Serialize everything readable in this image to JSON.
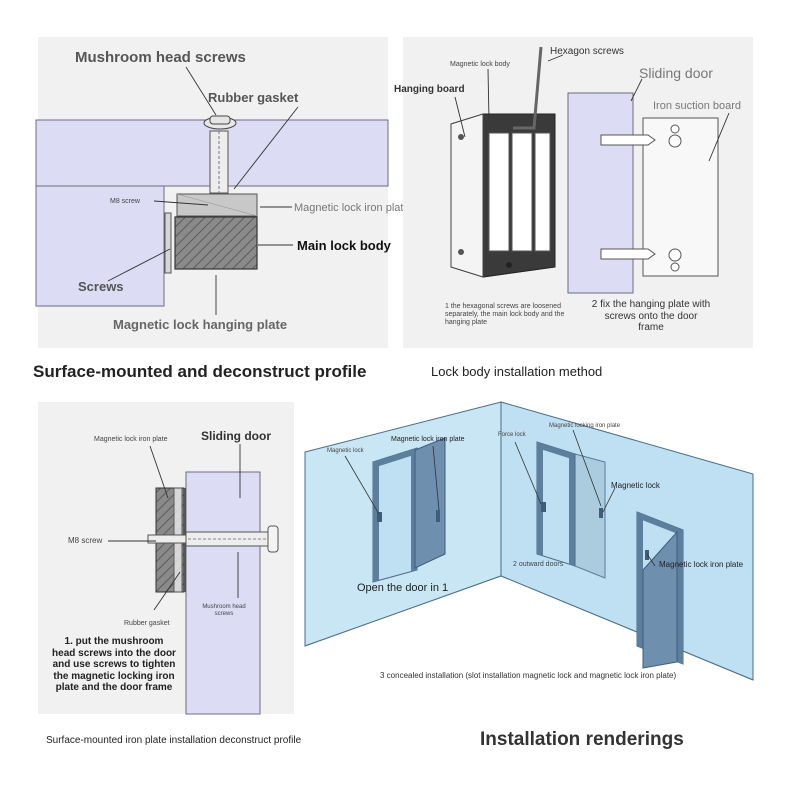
{
  "panel1": {
    "labels": {
      "mushroom_screws": "Mushroom head screws",
      "rubber_gasket": "Rubber gasket",
      "m8_screw": "M8 screw",
      "iron_plate": "Magnetic lock iron plate",
      "main_body": "Main lock body",
      "screws": "Screws",
      "hanging_plate": "Magnetic lock hanging plate"
    },
    "caption": "Surface-mounted and deconstruct profile"
  },
  "panel2": {
    "labels": {
      "hexagon_screws": "Hexagon screws",
      "magnetic_lock_body": "Magnetic lock body",
      "hanging_board": "Hanging board",
      "sliding_door": "Sliding door",
      "iron_suction_board": "Iron suction board",
      "step1": "1 the hexagonal screws are loosened separately, the main lock body and the hanging plate",
      "step2": "2 fix the hanging plate with screws onto the door frame"
    },
    "caption": "Lock body installation method"
  },
  "panel3": {
    "labels": {
      "iron_plate": "Magnetic lock iron plate",
      "sliding_door": "Sliding door",
      "m8_screw": "M8 screw",
      "mushroom_screws": "Mushroom head screws",
      "rubber_gasket": "Rubber gasket",
      "step1": "1. put the mushroom head screws into the door and use screws to tighten the magnetic locking iron plate and the door frame"
    },
    "caption": "Surface-mounted iron plate installation deconstruct profile"
  },
  "panel4": {
    "labels": {
      "magnetic_lock_a": "Magnetic lock",
      "iron_plate_a": "Magnetic lock iron plate",
      "force_lock": "Force lock",
      "iron_plate_b": "Magnetic locking iron plate",
      "magnetic_lock_b": "Magnetic lock",
      "iron_plate_c": "Magnetic lock iron plate",
      "open_door": "Open the door in 1",
      "outward_doors": "2 outward doors",
      "concealed": "3 concealed installation (slot installation magnetic lock and magnetic lock iron plate)"
    },
    "caption": "Installation renderings"
  },
  "colors": {
    "panel_bg": "#f1f1f1",
    "door_fill": "#dcdcf5",
    "lock_body": "#7a7a7a",
    "iron_plate": "#c8c8c8",
    "wall_blue": "#bfe0f2",
    "door_steel": "#5d7f9e",
    "leader": "#333333"
  }
}
